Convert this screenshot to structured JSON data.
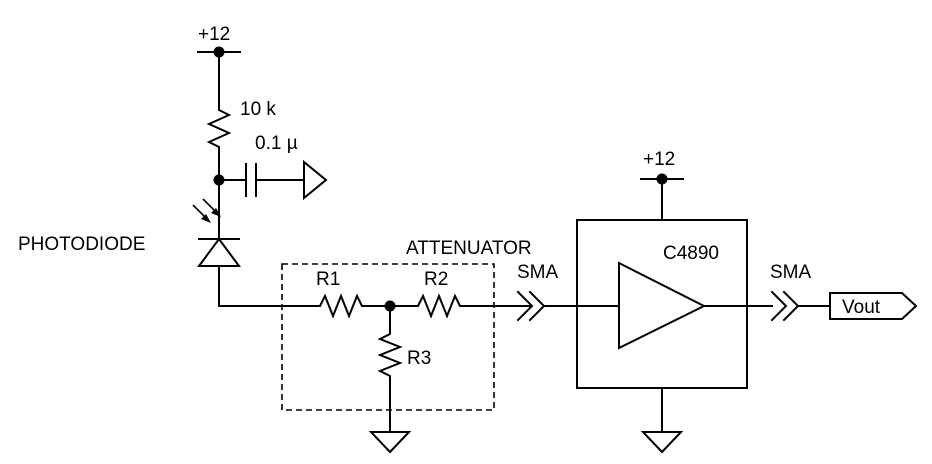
{
  "labels": {
    "vcc_top": "+12",
    "r_load": "10 k",
    "cap": "0.1 µ",
    "photodiode": "PHOTODIODE",
    "attenuator": "ATTENUATOR",
    "r1": "R1",
    "r2": "R2",
    "r3": "R3",
    "sma_in": "SMA",
    "vcc_amp": "+12",
    "amp": "C4890",
    "sma_out": "SMA",
    "vout": "Vout"
  }
}
